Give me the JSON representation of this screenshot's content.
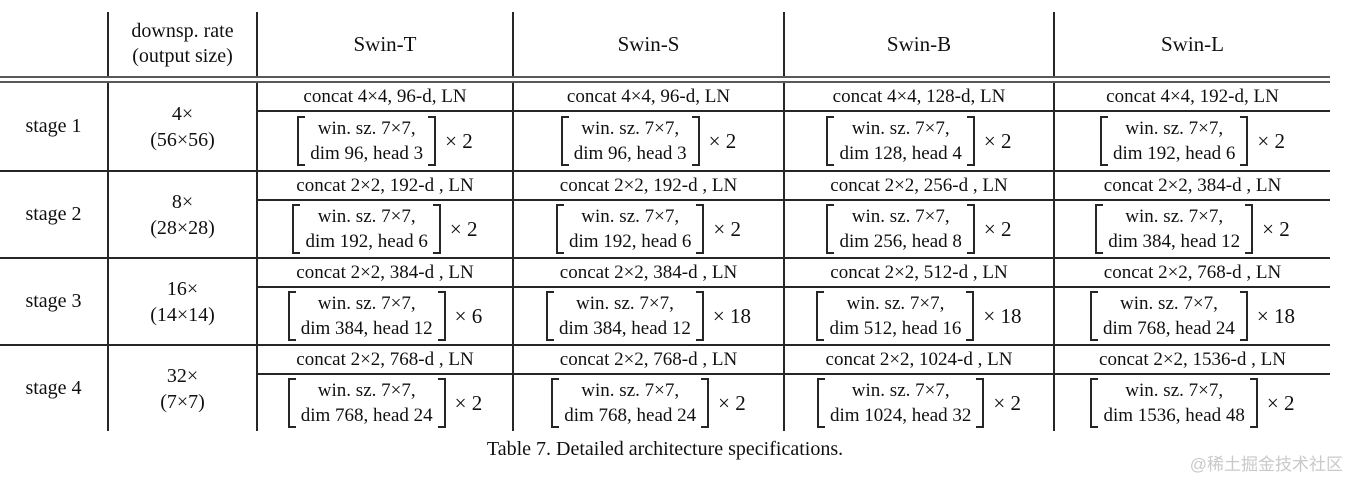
{
  "table": {
    "header": {
      "downsp": [
        "downsp. rate",
        "(output size)"
      ],
      "models": [
        "Swin-T",
        "Swin-S",
        "Swin-B",
        "Swin-L"
      ]
    },
    "stages": [
      {
        "label": "stage 1",
        "rate": "4×",
        "output": "(56×56)",
        "cells": [
          {
            "concat": "concat 4×4, 96-d, LN",
            "win": "win. sz. 7×7,",
            "dim": "dim 96, head 3",
            "mult": "× 2"
          },
          {
            "concat": "concat 4×4, 96-d, LN",
            "win": "win. sz. 7×7,",
            "dim": "dim 96, head 3",
            "mult": "× 2"
          },
          {
            "concat": "concat 4×4, 128-d, LN",
            "win": "win. sz. 7×7,",
            "dim": "dim 128, head 4",
            "mult": "× 2"
          },
          {
            "concat": "concat 4×4, 192-d, LN",
            "win": "win. sz. 7×7,",
            "dim": "dim 192, head 6",
            "mult": "× 2"
          }
        ]
      },
      {
        "label": "stage 2",
        "rate": "8×",
        "output": "(28×28)",
        "cells": [
          {
            "concat": "concat 2×2, 192-d , LN",
            "win": "win. sz. 7×7,",
            "dim": "dim 192, head 6",
            "mult": "× 2"
          },
          {
            "concat": "concat 2×2, 192-d , LN",
            "win": "win. sz. 7×7,",
            "dim": "dim 192, head 6",
            "mult": "× 2"
          },
          {
            "concat": "concat 2×2, 256-d , LN",
            "win": "win. sz. 7×7,",
            "dim": "dim 256, head 8",
            "mult": "× 2"
          },
          {
            "concat": "concat 2×2, 384-d , LN",
            "win": "win. sz. 7×7,",
            "dim": "dim 384, head 12",
            "mult": "× 2"
          }
        ]
      },
      {
        "label": "stage 3",
        "rate": "16×",
        "output": "(14×14)",
        "cells": [
          {
            "concat": "concat 2×2, 384-d , LN",
            "win": "win. sz. 7×7,",
            "dim": "dim 384, head 12",
            "mult": "× 6"
          },
          {
            "concat": "concat 2×2, 384-d , LN",
            "win": "win. sz. 7×7,",
            "dim": "dim 384, head 12",
            "mult": "× 18"
          },
          {
            "concat": "concat 2×2, 512-d , LN",
            "win": "win. sz. 7×7,",
            "dim": "dim 512, head 16",
            "mult": "× 18"
          },
          {
            "concat": "concat 2×2, 768-d , LN",
            "win": "win. sz. 7×7,",
            "dim": "dim 768, head 24",
            "mult": "× 18"
          }
        ]
      },
      {
        "label": "stage 4",
        "rate": "32×",
        "output": "(7×7)",
        "cells": [
          {
            "concat": "concat 2×2, 768-d , LN",
            "win": "win. sz. 7×7,",
            "dim": "dim 768, head 24",
            "mult": "× 2"
          },
          {
            "concat": "concat 2×2, 768-d , LN",
            "win": "win. sz. 7×7,",
            "dim": "dim 768, head 24",
            "mult": "× 2"
          },
          {
            "concat": "concat 2×2, 1024-d , LN",
            "win": "win. sz. 7×7,",
            "dim": "dim 1024, head 32",
            "mult": "× 2"
          },
          {
            "concat": "concat 2×2, 1536-d , LN",
            "win": "win. sz. 7×7,",
            "dim": "dim 1536, head 48",
            "mult": "× 2"
          }
        ]
      }
    ]
  },
  "caption": "Table 7. Detailed architecture specifications.",
  "watermark": "@稀土掘金技术社区",
  "colors": {
    "rule": "#262626",
    "double_rule": "#595959",
    "text": "#101010",
    "watermark": "#c9c9c9"
  }
}
